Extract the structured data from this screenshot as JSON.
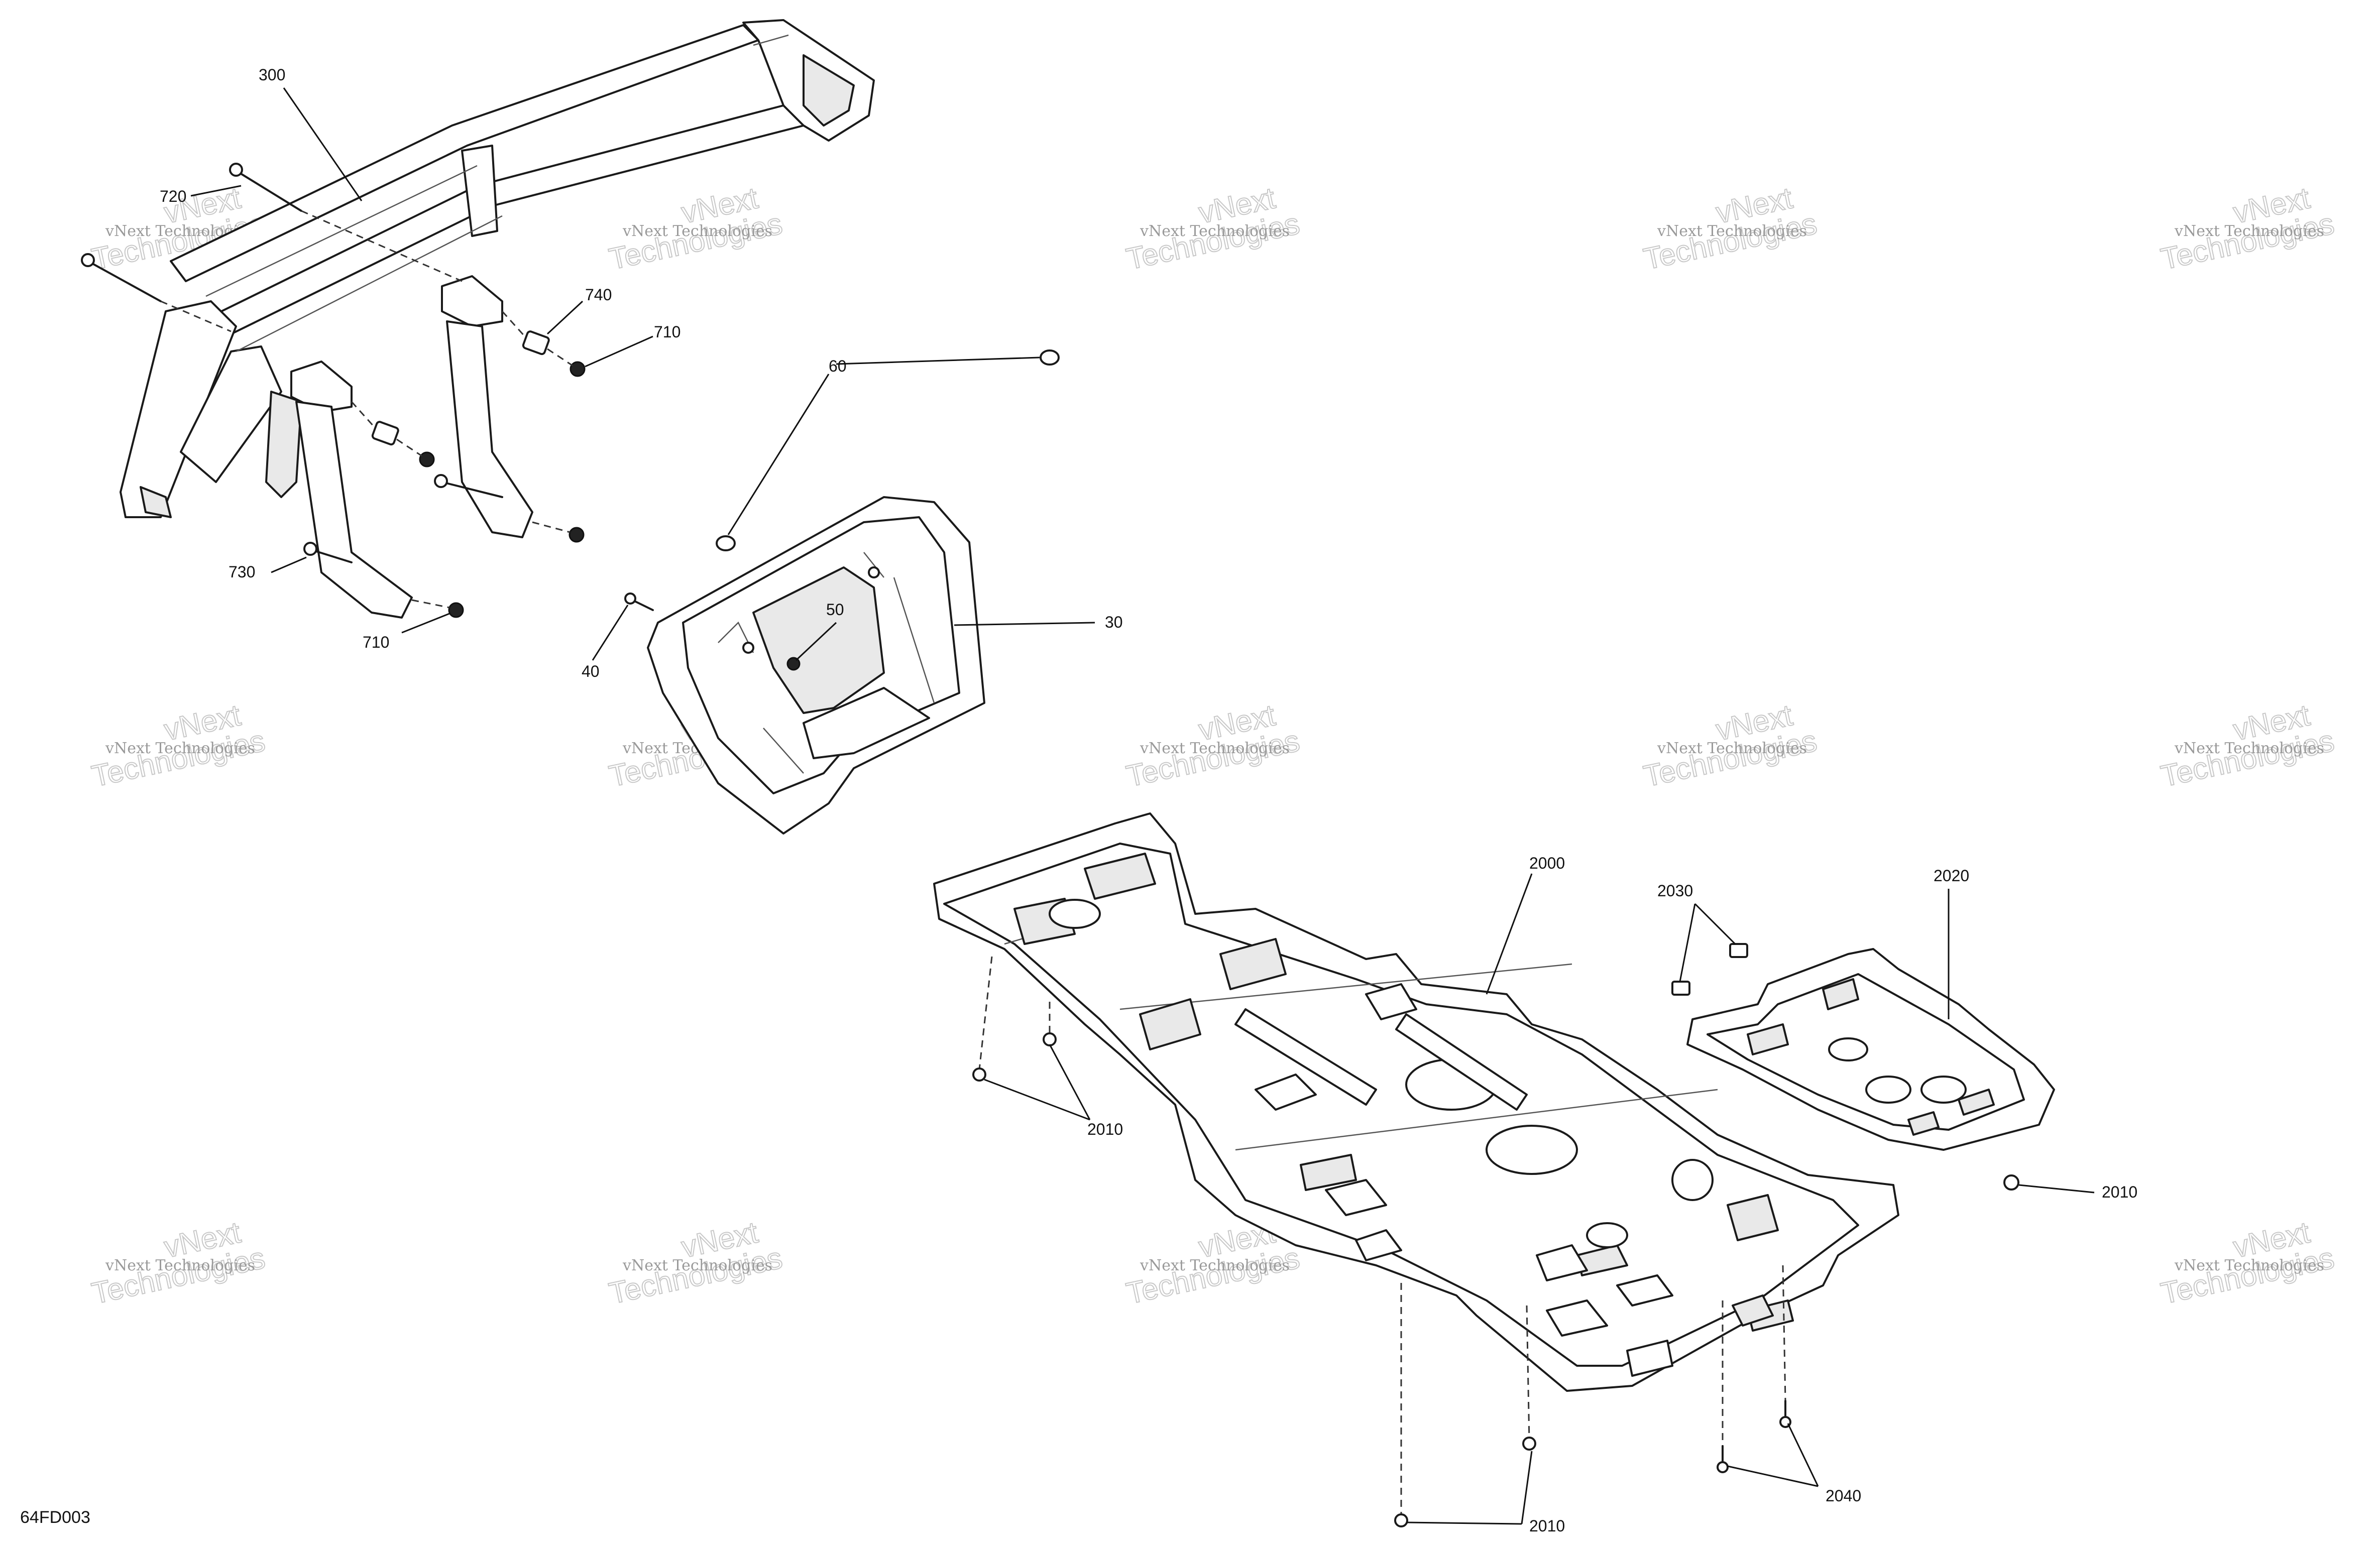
{
  "callouts": {
    "c300": "300",
    "c720": "720",
    "c740": "740",
    "c710a": "710",
    "c710b": "710",
    "c730": "730",
    "c60": "60",
    "c50": "50",
    "c40": "40",
    "c30": "30",
    "c2000": "2000",
    "c2030": "2030",
    "c2020": "2020",
    "c2010a": "2010",
    "c2010b": "2010",
    "c2010c": "2010",
    "c2040": "2040"
  },
  "figure_code": "64FD003",
  "watermark": {
    "line_small": "vNext Technologies",
    "line_big_1": "vNext",
    "line_big_2": "Technologies"
  },
  "colors": {
    "line": "#1a1a1a",
    "watermark": "#c8c8c8"
  }
}
